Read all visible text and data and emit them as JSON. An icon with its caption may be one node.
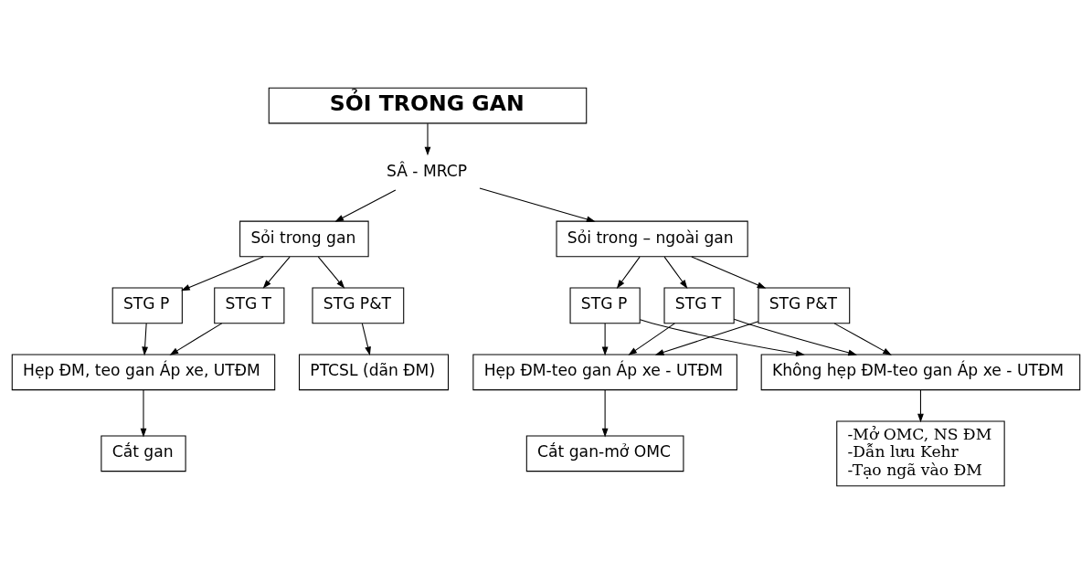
{
  "diagram": {
    "nodes": [
      {
        "text": [
          "SỎI TRONG GAN"
        ]
      },
      {
        "text": [
          "SÂ - MRCP"
        ]
      },
      {
        "text": [
          "Sỏi trong gan"
        ]
      },
      {
        "text": [
          "Sỏi trong – ngoài gan"
        ]
      },
      {
        "text": [
          "STG P"
        ]
      },
      {
        "text": [
          "STG T"
        ]
      },
      {
        "text": [
          "STG P&T"
        ]
      },
      {
        "text": [
          "Hẹp ĐM, teo gan Áp xe, UTĐM"
        ]
      },
      {
        "text": [
          "Cắt gan"
        ]
      },
      {
        "text": [
          "PTCSL (dãn ĐM)"
        ]
      },
      {
        "text": [
          "STG P"
        ]
      },
      {
        "text": [
          "STG T"
        ]
      },
      {
        "text": [
          "STG P&T"
        ]
      },
      {
        "text": [
          "Hẹp ĐM-teo gan Áp xe - UTĐM"
        ]
      },
      {
        "text": [
          "Không hẹp ĐM-teo gan Áp xe - UTĐM"
        ]
      },
      {
        "text": [
          "Cắt gan-mở OMC"
        ]
      },
      {
        "text": [
          "-Mở OMC, NS ĐM",
          "-Dẫn lưu Kehr",
          "-Tạo ngã vào ĐM"
        ]
      }
    ],
    "edges": [
      {
        "from": 0,
        "to": 1,
        "arrow": "to"
      },
      {
        "from": 1,
        "to": 2,
        "arrow": "to"
      },
      {
        "from": 1,
        "to": 3,
        "arrow": "to"
      },
      {
        "from": 2,
        "to": 4,
        "arrow": "to"
      },
      {
        "from": 2,
        "to": 5,
        "arrow": "to"
      },
      {
        "from": 2,
        "to": 6,
        "arrow": "to"
      },
      {
        "from": 4,
        "to": 7,
        "arrow": "to"
      },
      {
        "from": 5,
        "to": 7,
        "arrow": "to"
      },
      {
        "from": 7,
        "to": 8,
        "arrow": "to"
      },
      {
        "from": 6,
        "to": 9,
        "arrow": "to"
      },
      {
        "from": 3,
        "to": 10,
        "arrow": "to"
      },
      {
        "from": 3,
        "to": 11,
        "arrow": "to"
      },
      {
        "from": 3,
        "to": 12,
        "arrow": "to"
      },
      {
        "from": 10,
        "to": 13,
        "arrow": "to"
      },
      {
        "from": 10,
        "to": 14,
        "arrow": "to"
      },
      {
        "from": 11,
        "to": 13,
        "arrow": "to"
      },
      {
        "from": 11,
        "to": 14,
        "arrow": "to"
      },
      {
        "from": 12,
        "to": 13,
        "arrow": "to"
      },
      {
        "from": 12,
        "to": 14,
        "arrow": "to"
      },
      {
        "from": 13,
        "to": 15,
        "arrow": "to"
      },
      {
        "from": 14,
        "to": 16,
        "arrow": "to"
      }
    ]
  }
}
